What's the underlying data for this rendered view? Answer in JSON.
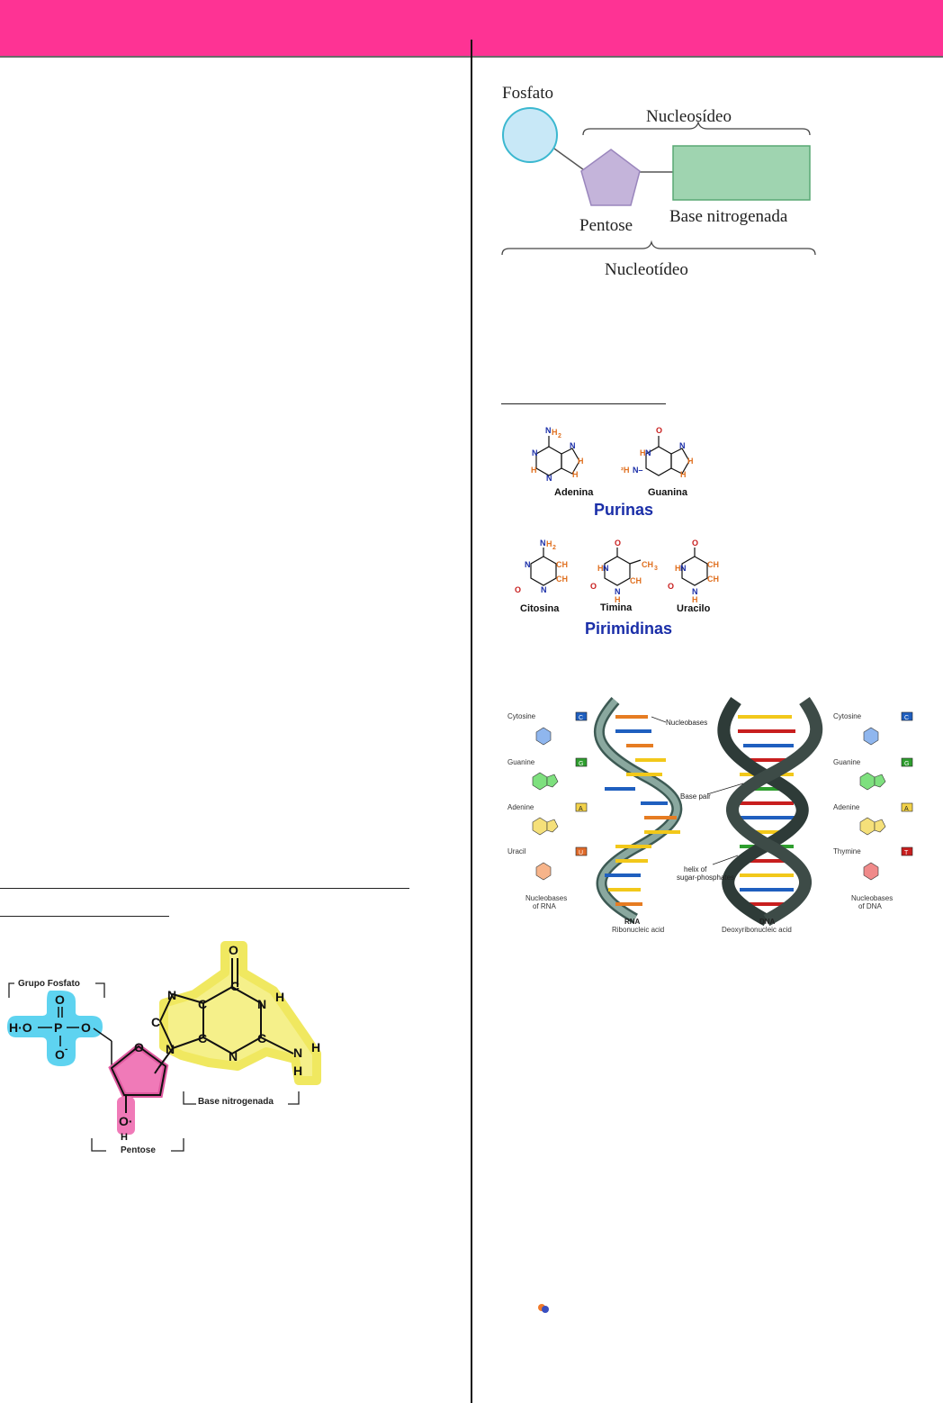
{
  "colors": {
    "banner": "#fe3394",
    "fosfato": "#c8e8f7",
    "pentose": "#c4b4da",
    "base": "#9fd4b0",
    "purina_label": "#1a2ea8"
  },
  "nucleotide_diagram": {
    "fosfato": "Fosfato",
    "nucleosideo": "Nucleosídeo",
    "pentose": "Pentose",
    "base": "Base nitrogenada",
    "nucleotideo": "Nucleotídeo"
  },
  "bases": {
    "adenina": "Adenina",
    "guanina": "Guanina",
    "purinas": "Purinas",
    "citosina": "Citosina",
    "timina": "Timina",
    "uracilo": "Uracilo",
    "pirimidinas": "Pirimidinas"
  },
  "helix": {
    "cytosine": "Cytosine",
    "guanine": "Guanine",
    "adenine": "Adenine",
    "uracil": "Uracil",
    "thymine": "Thymine",
    "c": "C",
    "g": "G",
    "a": "A",
    "u": "U",
    "t": "T",
    "nucleobases": "Nucleobases",
    "base_pair": "Base pair",
    "helix_of": "helix of",
    "sugar_phosphates": "sugar-phosphates",
    "nucleobases_of_rna_1": "Nucleobases",
    "nucleobases_of_rna_2": "of RNA",
    "nucleobases_of_dna_1": "Nucleobases",
    "nucleobases_of_dna_2": "of DNA",
    "rna": "RNA",
    "rna_full": "Ribonucleic acid",
    "dna": "DNA",
    "dna_full": "Deoxyribonucleic acid"
  },
  "guanosine": {
    "grupo_fosfato": "Grupo Fosfato",
    "base_nitrogenada": "Base nitrogenada",
    "pentose": "Pentose"
  }
}
